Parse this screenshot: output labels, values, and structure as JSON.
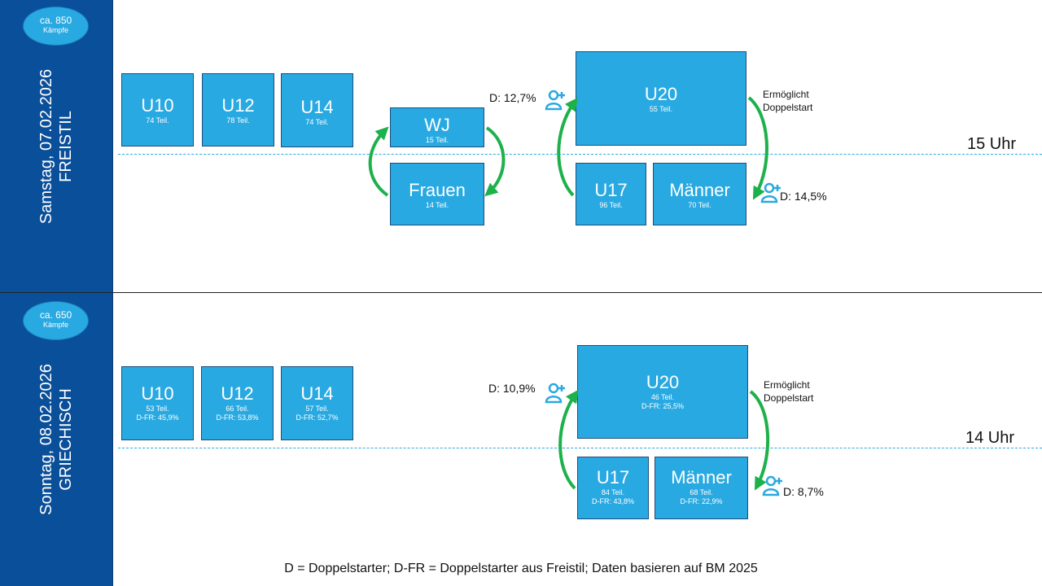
{
  "saturday": {
    "date_label": "Samstag, 07.02.2026",
    "style_label": "FREISTIL",
    "count": "ca. 850",
    "count_unit": "Kämpfe",
    "time": "15 Uhr",
    "boxes": {
      "u10": {
        "name": "U10",
        "line1": "74 Teil."
      },
      "u12": {
        "name": "U12",
        "line1": "78 Teil."
      },
      "u14": {
        "name": "U14",
        "line1": "74 Teil."
      },
      "wj": {
        "name": "WJ",
        "line1": "15 Teil."
      },
      "frauen": {
        "name": "Frauen",
        "line1": "14 Teil."
      },
      "u20": {
        "name": "U20",
        "line1": "55 Teil."
      },
      "u17": {
        "name": "U17",
        "line1": "96 Teil."
      },
      "maenner": {
        "name": "Männer",
        "line1": "70 Teil."
      }
    },
    "d_left": "D: 12,7%",
    "d_right": "D: 14,5%",
    "note_line1": "Ermöglicht",
    "note_line2": "Doppelstart"
  },
  "sunday": {
    "date_label": "Sonntag, 08.02.2026",
    "style_label": "GRIECHISCH",
    "count": "ca. 650",
    "count_unit": "Kämpfe",
    "time": "14 Uhr",
    "boxes": {
      "u10": {
        "name": "U10",
        "line1": "53 Teil.",
        "line2": "D-FR: 45,9%"
      },
      "u12": {
        "name": "U12",
        "line1": "66 Teil.",
        "line2": "D-FR: 53,8%"
      },
      "u14": {
        "name": "U14",
        "line1": "57 Teil.",
        "line2": "D-FR: 52,7%"
      },
      "u20": {
        "name": "U20",
        "line1": "46 Teil.",
        "line2": "D-FR: 25,5%"
      },
      "u17": {
        "name": "U17",
        "line1": "84 Teil.",
        "line2": "D-FR: 43,8%"
      },
      "maenner": {
        "name": "Männer",
        "line1": "68 Teil.",
        "line2": "D-FR: 22,9%"
      }
    },
    "d_left": "D: 10,9%",
    "d_right": "D: 8,7%",
    "note_line1": "Ermöglicht",
    "note_line2": "Doppelstart"
  },
  "footer": "D = Doppelstarter; D-FR = Doppelstarter aus Freistil; Daten basieren auf BM 2025",
  "colors": {
    "sidebar": "#0a4f9a",
    "box": "#29a9e1",
    "arrow": "#1db14b",
    "icon": "#29a9e1"
  },
  "icons": [
    "add-user-icon"
  ]
}
